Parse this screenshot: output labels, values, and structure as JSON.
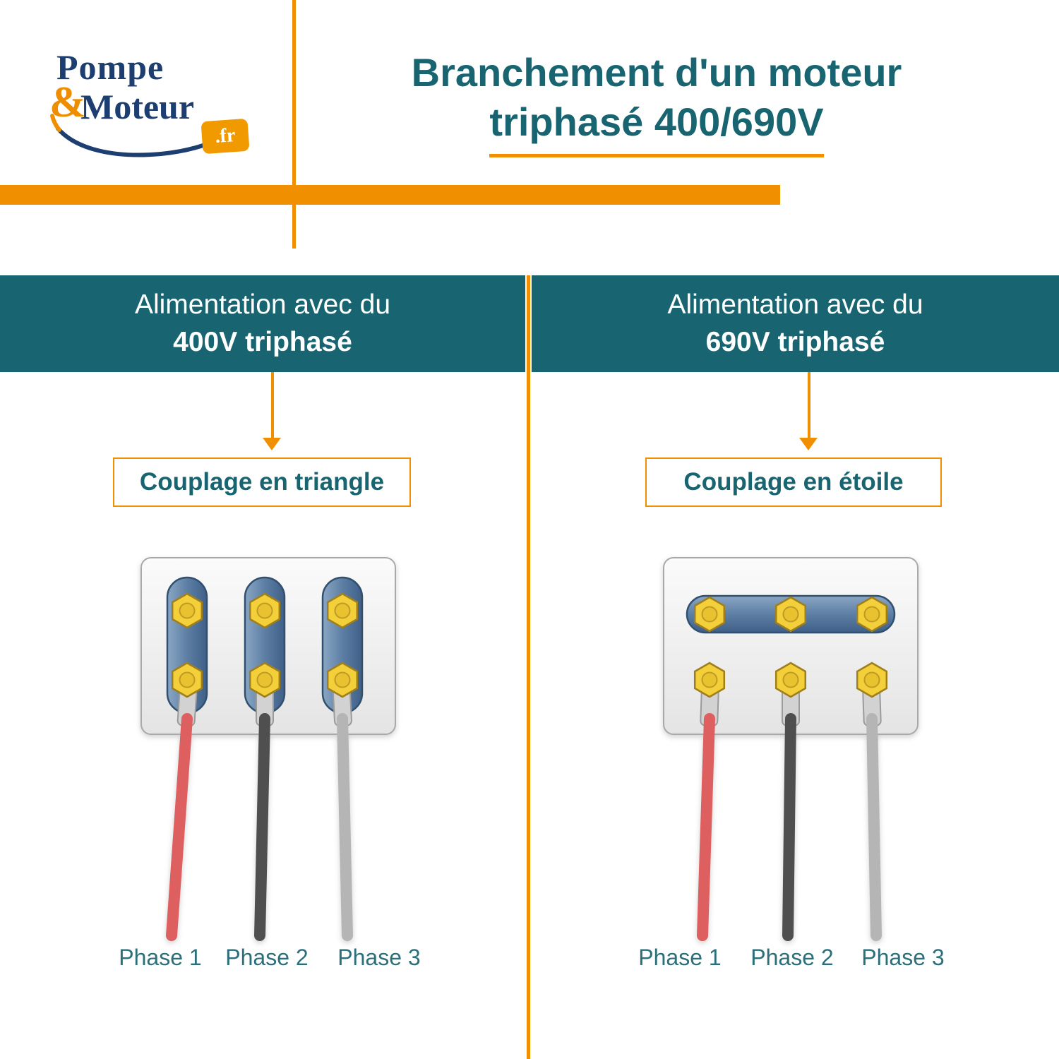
{
  "logo": {
    "word1": "Pompe",
    "ampersand": "&",
    "word2": "Moteur",
    "tld": ".fr"
  },
  "title": {
    "line1": "Branchement d'un moteur",
    "line2": "triphasé 400/690V"
  },
  "columns": {
    "left": {
      "header_line1": "Alimentation avec du",
      "header_line2": "400V triphasé",
      "coupling_label": "Couplage en triangle",
      "phase_labels": [
        "Phase 1",
        "Phase 2",
        "Phase 3"
      ]
    },
    "right": {
      "header_line1": "Alimentation avec du",
      "header_line2": "690V triphasé",
      "coupling_label": "Couplage en étoile",
      "phase_labels": [
        "Phase 1",
        "Phase 2",
        "Phase 3"
      ]
    }
  },
  "colors": {
    "teal": "#186571",
    "orange": "#f09000",
    "navy": "#1c3e70",
    "wire_red": "#dd5f5f",
    "wire_dark": "#4f4f4f",
    "wire_light": "#b5b5b5",
    "terminal_blue": "#5d7fa4",
    "nut_yellow": "#f3cf3a"
  }
}
